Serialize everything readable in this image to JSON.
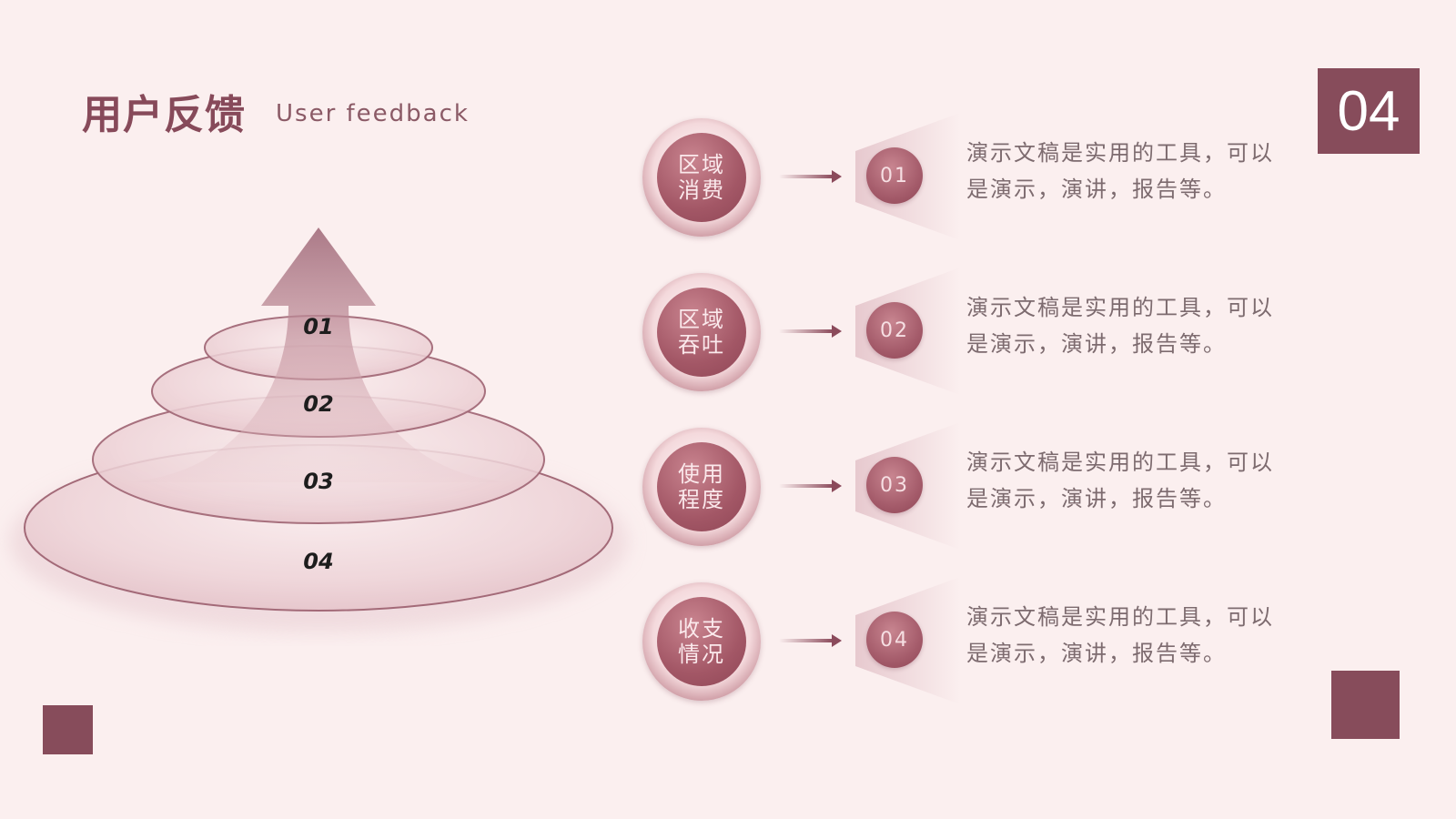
{
  "header": {
    "title_cn": "用户反馈",
    "title_en": "User feedback",
    "page_number": "04"
  },
  "pyramid": {
    "layers": [
      "01",
      "02",
      "03",
      "04"
    ]
  },
  "items": [
    {
      "line1": "区域",
      "line2": "消费",
      "number": "01",
      "text_line1": "演示文稿是实用的工具，可以",
      "text_line2": "是演示，演讲，报告等。"
    },
    {
      "line1": "区域",
      "line2": "吞吐",
      "number": "02",
      "text_line1": "演示文稿是实用的工具，可以",
      "text_line2": "是演示，演讲，报告等。"
    },
    {
      "line1": "使用",
      "line2": "程度",
      "number": "03",
      "text_line1": "演示文稿是实用的工具，可以",
      "text_line2": "是演示，演讲，报告等。"
    },
    {
      "line1": "收支",
      "line2": "情况",
      "number": "04",
      "text_line1": "演示文稿是实用的工具，可以",
      "text_line2": "是演示，演讲，报告等。"
    }
  ],
  "colors": {
    "accent": "#874c5b",
    "background": "#fbefef",
    "text": "#7d6b6f"
  }
}
